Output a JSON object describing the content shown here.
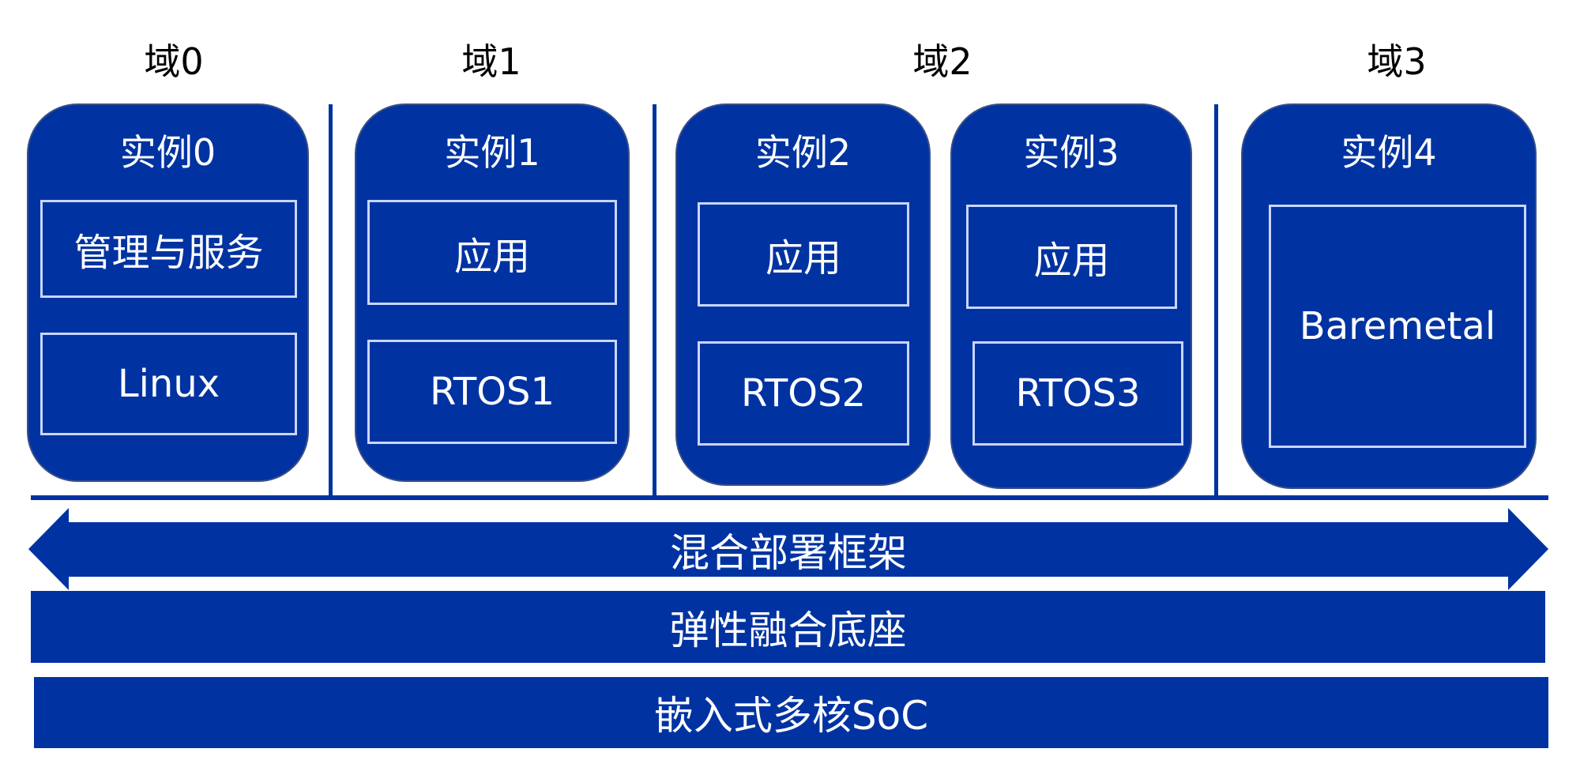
{
  "domains": [
    {
      "label": "域0"
    },
    {
      "label": "域1"
    },
    {
      "label": "域2"
    },
    {
      "label": "域3"
    }
  ],
  "instances": [
    {
      "title": "实例0",
      "layers": [
        "管理与服务",
        "Linux"
      ]
    },
    {
      "title": "实例1",
      "layers": [
        "应用",
        "RTOS1"
      ]
    },
    {
      "title": "实例2",
      "layers": [
        "应用",
        "RTOS2"
      ]
    },
    {
      "title": "实例3",
      "layers": [
        "应用",
        "RTOS3"
      ]
    },
    {
      "title": "实例4",
      "layers": [
        "Baremetal"
      ]
    }
  ],
  "framework": {
    "label": "混合部署框架"
  },
  "base": {
    "label": "弹性融合底座"
  },
  "soc": {
    "label": "嵌入式多核SoC"
  },
  "colors": {
    "primary": "#0033a1",
    "inner_border": "#c9d6ff",
    "text_dark": "#000000",
    "text_light": "#ffffff"
  }
}
